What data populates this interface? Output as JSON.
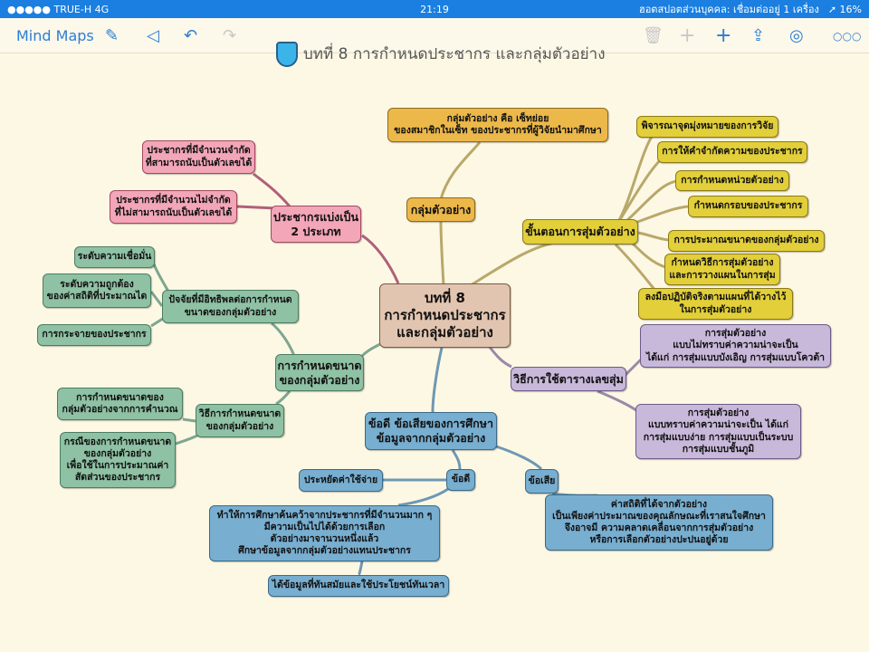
{
  "status_bar": {
    "carrier": "●●●●● TRUE-H  4G",
    "time": "21:19",
    "hotspot": "ฮอตสปอตส่วนบุคคล: เชื่อมต่ออยู่ 1 เครื่อง",
    "battery": "➚ 16%"
  },
  "toolbar": {
    "back_label": "Mind Maps",
    "title": "บทที่ 8  การกำหนดประชากร และกลุ่มตัวอย่าง"
  },
  "mindmap": {
    "central": "บทที่ 8\nการกำหนดประชากร\nและกลุ่มตัวอย่าง",
    "sample": {
      "label": "กลุ่มตัวอย่าง",
      "definition": "กลุ่มตัวอย่าง คือ เซ็ทย่อย\nของสมาชิกในเซ็ท ของประชากรที่ผู้วิจัยนำมาศึกษา"
    },
    "steps": {
      "label": "ขั้นตอนการสุ่มตัวอย่าง",
      "items": [
        "พิจารณาจุดมุ่งหมายของการวิจัย",
        "การให้คำจำกัดความของประชากร",
        "การกำหนดหน่วยตัวอย่าง",
        "กำหนดกรอบของประชากร",
        "การประมาณขนาดของกลุ่มตัวอย่าง",
        "กำหนดวิธีการสุ่มตัวอย่าง\nและการวางแผนในการสุ่ม",
        "ลงมือปฏิบัติจริงตามแผนที่ได้วางไว้\nในการสุ่มตัวอย่าง"
      ]
    },
    "random_table": {
      "label": "วิธีการใช้ตารางเลขสุ่ม",
      "items": [
        "การสุ่มตัวอย่าง\nแบบไม่ทราบค่าความน่าจะเป็น\nได้แก่ การสุ่มแบบบังเอิญ การสุ่มแบบโควต้า",
        "การสุ่มตัวอย่าง\nแบบทราบค่าความน่าจะเป็น ได้แก่\nการสุ่มแบบง่าย การสุ่มแบบเป็นระบบ\nการสุ่มแบบชั้นภูมิ"
      ]
    },
    "pros_cons": {
      "label": "ข้อดี ข้อเสียของการศึกษา\nข้อมูลจากกลุ่มตัวอย่าง",
      "pros_label": "ข้อดี",
      "pros": [
        "ประหยัดค่าใช้จ่าย",
        "ทำให้การศึกษาค้นคว้าจากประชากรที่มีจำนวนมาก ๆ\nมีความเป็นไปได้ด้วยการเลือก\nตัวอย่างมาจานวนหนึ่งแล้ว\nศึกษาข้อมูลจากกลุ่มตัวอย่างแทนประชากร",
        "ได้ข้อมูลที่ทันสมัยและใช้ประโยชน์ทันเวลา"
      ],
      "cons_label": "ข้อเสีย",
      "cons": [
        "ค่าสถิติที่ได้จากตัวอย่าง\nเป็นเพียงค่าประมาณของคุณลักษณะที่เราสนใจศึกษา\nจึงอาจมี ความคลาดเคลื่อนจากการสุ่มตัวอย่าง\nหรือการเลือกตัวอย่างปะปนอยู่ด้วย"
      ]
    },
    "size": {
      "label": "การกำหนดขนาด\nของกลุ่มตัวอย่าง",
      "factors_label": "ปัจจัยที่มีอิทธิพลต่อการกำหนด\nขนาดของกลุ่มตัวอย่าง",
      "factors": [
        "ระดับความเชื่อมั่น",
        "ระดับความถูกต้อง\nของค่าสถิติที่ประมาณได",
        "การกระจายของประชากร"
      ],
      "methods_label": "วิธีการกำหนดขนาด\nของกลุ่มตัวอย่าง",
      "methods": [
        "การกำหนดขนาดของ\nกลุ่มตัวอย่างจากการคำนวณ",
        "กรณีของการกำหนดขนาด\nของกลุ่มตัวอย่าง\nเพื่อใช้ในการประมาณค่า\nสัดส่วนของประชากร"
      ]
    },
    "population": {
      "label": "ประชากรแบ่งเป็น\n2 ประเภท",
      "items": [
        "ประชากรที่มีจำนวนจำกัด\nที่สามารถนับเป็นตัวเลขได้",
        "ประชากรที่มีจำนวนไม่จำกัด\nที่ไม่สามารถนับเป็นตัวเลขได้"
      ]
    }
  }
}
